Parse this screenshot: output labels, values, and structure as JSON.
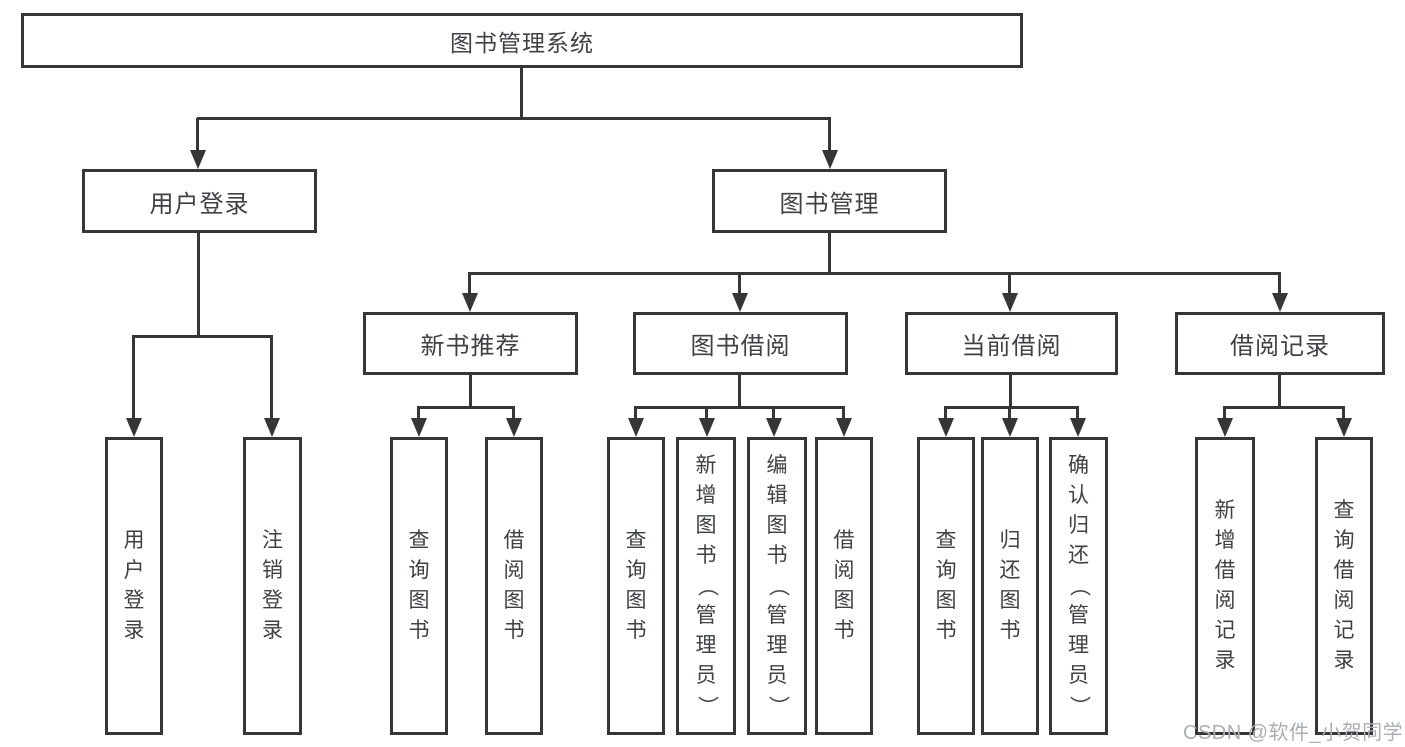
{
  "tree": {
    "root": {
      "label": "图书管理系统"
    },
    "branches": [
      {
        "label": "用户登录",
        "children": [
          {
            "label": "用户登录"
          },
          {
            "label": "注销登录"
          }
        ]
      },
      {
        "label": "图书管理",
        "children": [
          {
            "label": "新书推荐",
            "children": [
              {
                "label": "查询图书"
              },
              {
                "label": "借阅图书"
              }
            ]
          },
          {
            "label": "图书借阅",
            "children": [
              {
                "label": "查询图书"
              },
              {
                "label": "新增图书（管理员）"
              },
              {
                "label": "编辑图书（管理员）"
              },
              {
                "label": "借阅图书"
              }
            ]
          },
          {
            "label": "当前借阅",
            "children": [
              {
                "label": "查询图书"
              },
              {
                "label": "归还图书"
              },
              {
                "label": "确认归还（管理员）"
              }
            ]
          },
          {
            "label": "借阅记录",
            "children": [
              {
                "label": "新增借阅记录"
              },
              {
                "label": "查询借阅记录"
              }
            ]
          }
        ]
      }
    ]
  },
  "watermark": {
    "text": "CSDN @软件_小贺同学"
  },
  "colors": {
    "line": "#363636",
    "text": "#3e4145",
    "watermark": "#a9aeb5"
  }
}
